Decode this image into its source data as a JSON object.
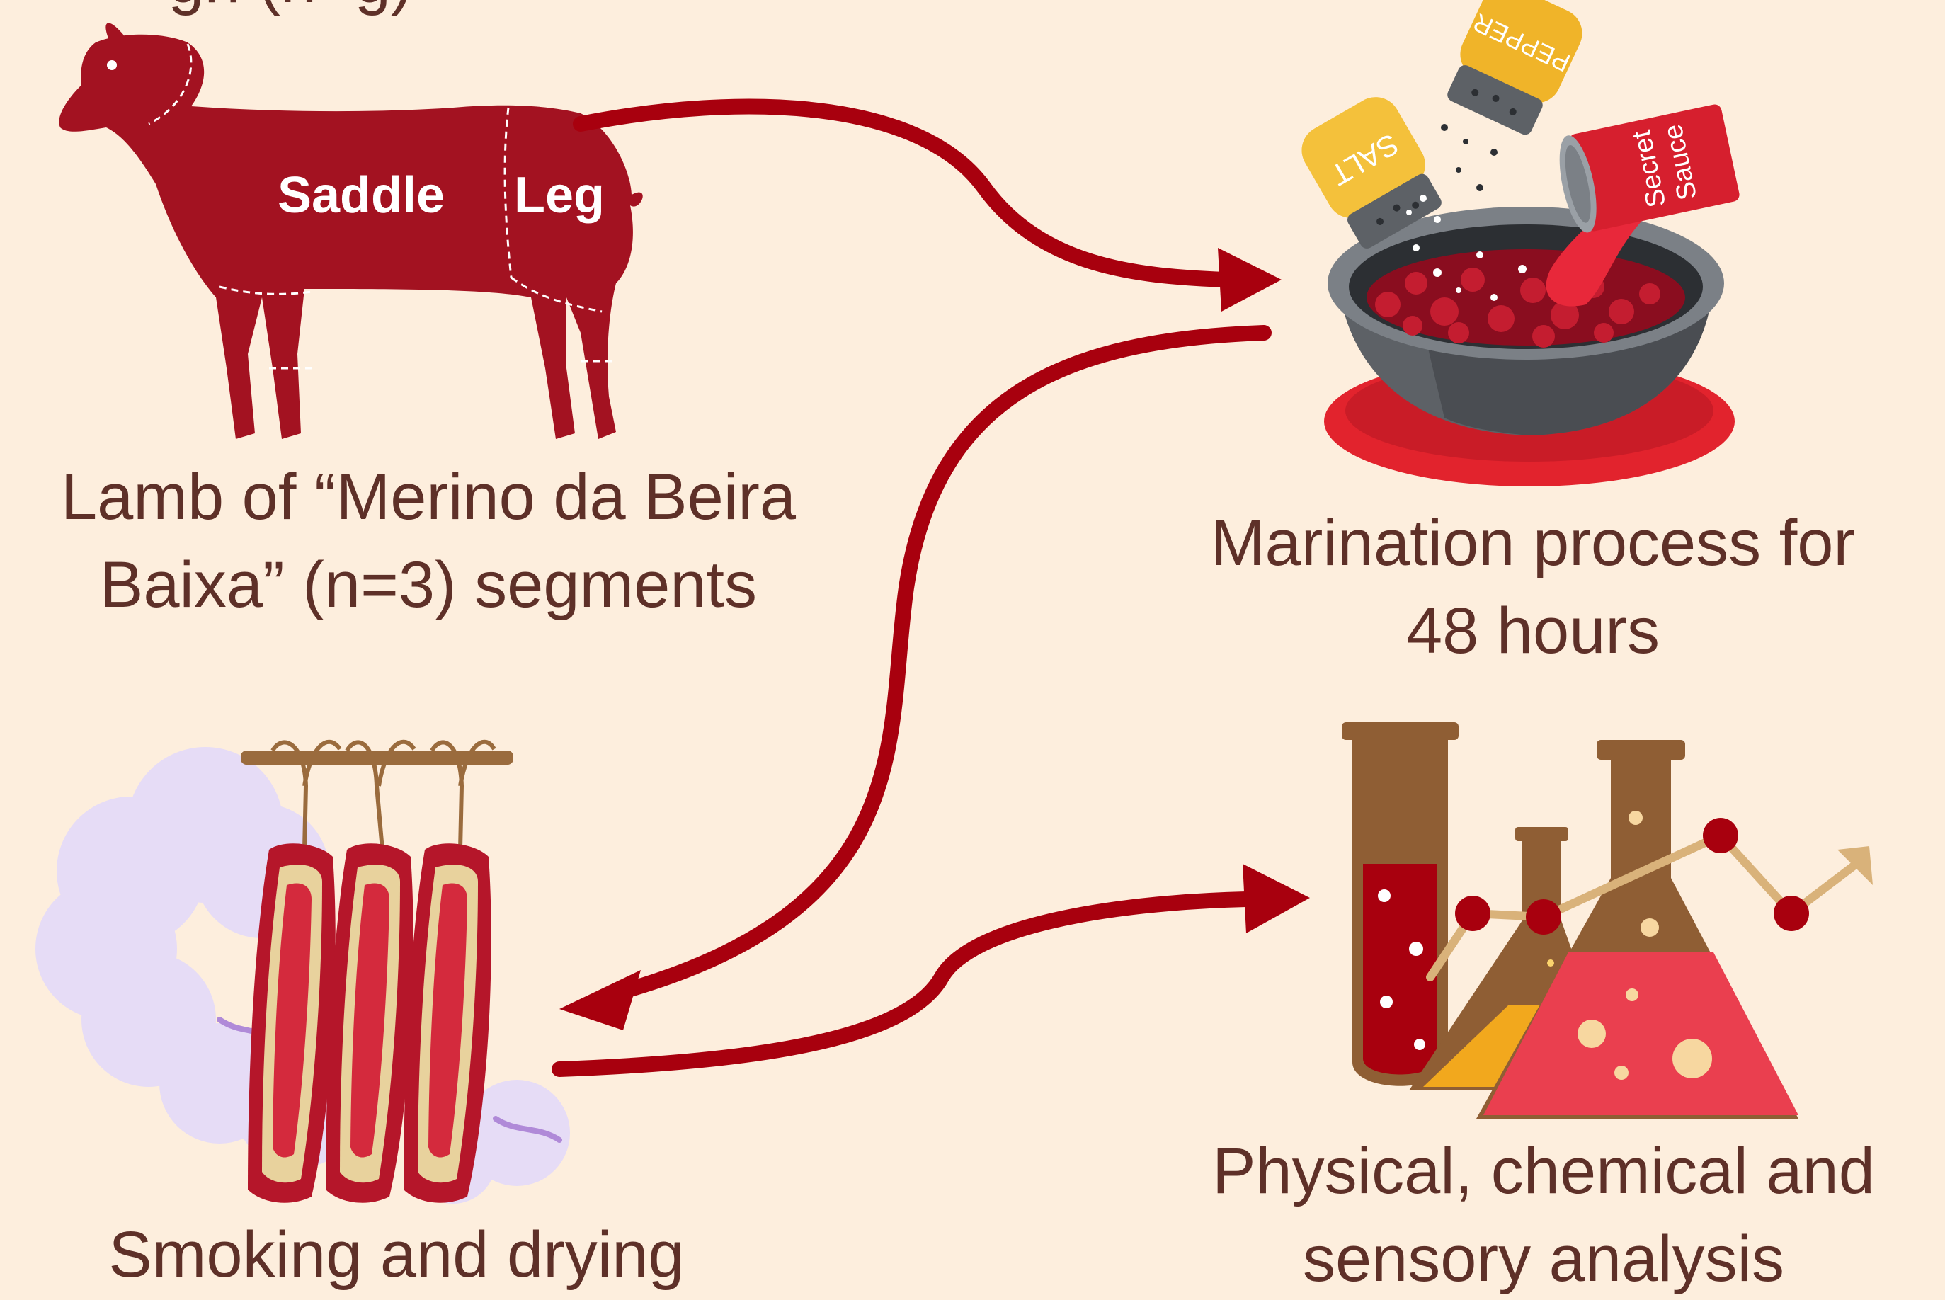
{
  "top_partial_text": "gh (n=g)",
  "sheep": {
    "saddle_label": "Saddle",
    "leg_label": "Leg"
  },
  "lamb_caption": {
    "line1": "Lamb of “Merino da Beira",
    "line2": "Baixa” (n=3) segments"
  },
  "marination_caption": {
    "line1": "Marination process for",
    "line2": "48 hours"
  },
  "smoking_caption": {
    "line1": "Smoking and drying"
  },
  "analysis_caption": {
    "line1": "Physical, chemical and",
    "line2": "sensory analysis"
  },
  "shakers": {
    "salt_label": "SALT",
    "pepper_label": "PEPPER"
  },
  "sauce_can": {
    "line1": "Secret",
    "line2": "Sauce"
  },
  "colors": {
    "background": "#fdeedd",
    "arrow": "#a8000e",
    "sheep": "#a31221",
    "text": "#5e3028"
  }
}
